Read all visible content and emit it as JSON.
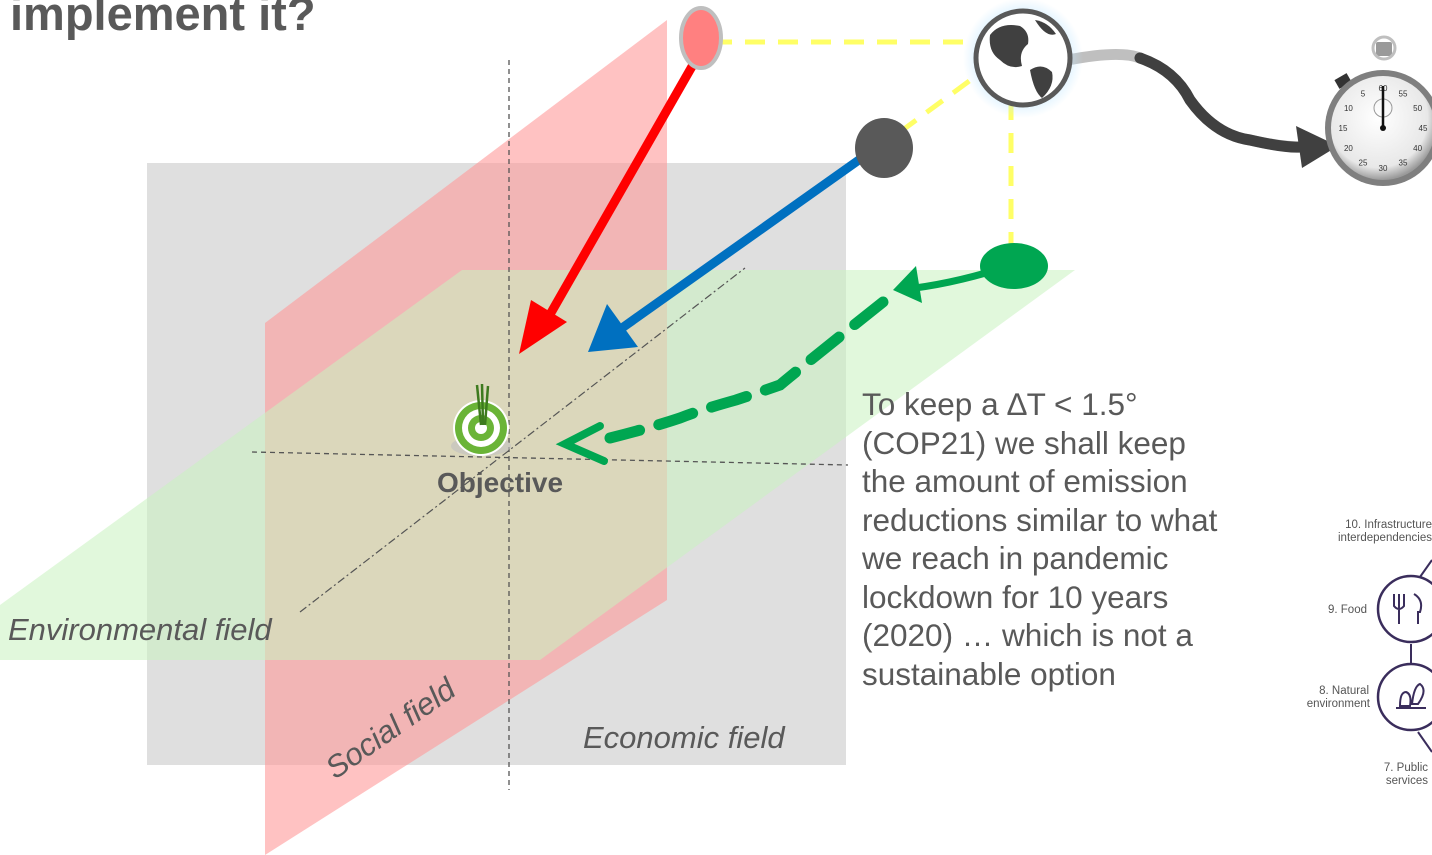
{
  "title": "implement it?",
  "objective_label": "Objective",
  "fields": {
    "environmental": "Environmental field",
    "social": "Social field",
    "economic": "Economic field"
  },
  "note": "To keep a ∆T < 1.5°\n(COP21) we shall keep\nthe amount of emission\nreductions similar to what\nwe reach in pandemic\nlockdown for 10 years\n(2020) … which is not a\nsustainable option",
  "resilience_wheel": {
    "items": [
      {
        "number": "10",
        "label": "10. Infrastructure",
        "label2": "interdependencies"
      },
      {
        "number": "9",
        "label": "9. Food",
        "icon": "food-icon"
      },
      {
        "number": "8",
        "label": "8. Natural",
        "label2": "environment",
        "icon": "nature-icon"
      },
      {
        "number": "7",
        "label": "7. Public",
        "label2": "services"
      }
    ]
  },
  "stopwatch_ticks": [
    "60",
    "55",
    "50",
    "45",
    "40",
    "35",
    "30",
    "25",
    "20",
    "15",
    "10",
    "5"
  ],
  "colors": {
    "social_plane": "#ff9a9a",
    "economic_plane": "#d9d9d9",
    "environmental_plane": "#c8f2c0",
    "red_arrow": "#ff0000",
    "blue_arrow": "#0070c0",
    "green_arrow": "#00a651",
    "yellow_dash": "#ffff66",
    "text_gray": "#595959"
  },
  "icons": [
    "globe-icon",
    "stopwatch-icon",
    "target-icon",
    "red-node",
    "gray-node",
    "green-node"
  ]
}
